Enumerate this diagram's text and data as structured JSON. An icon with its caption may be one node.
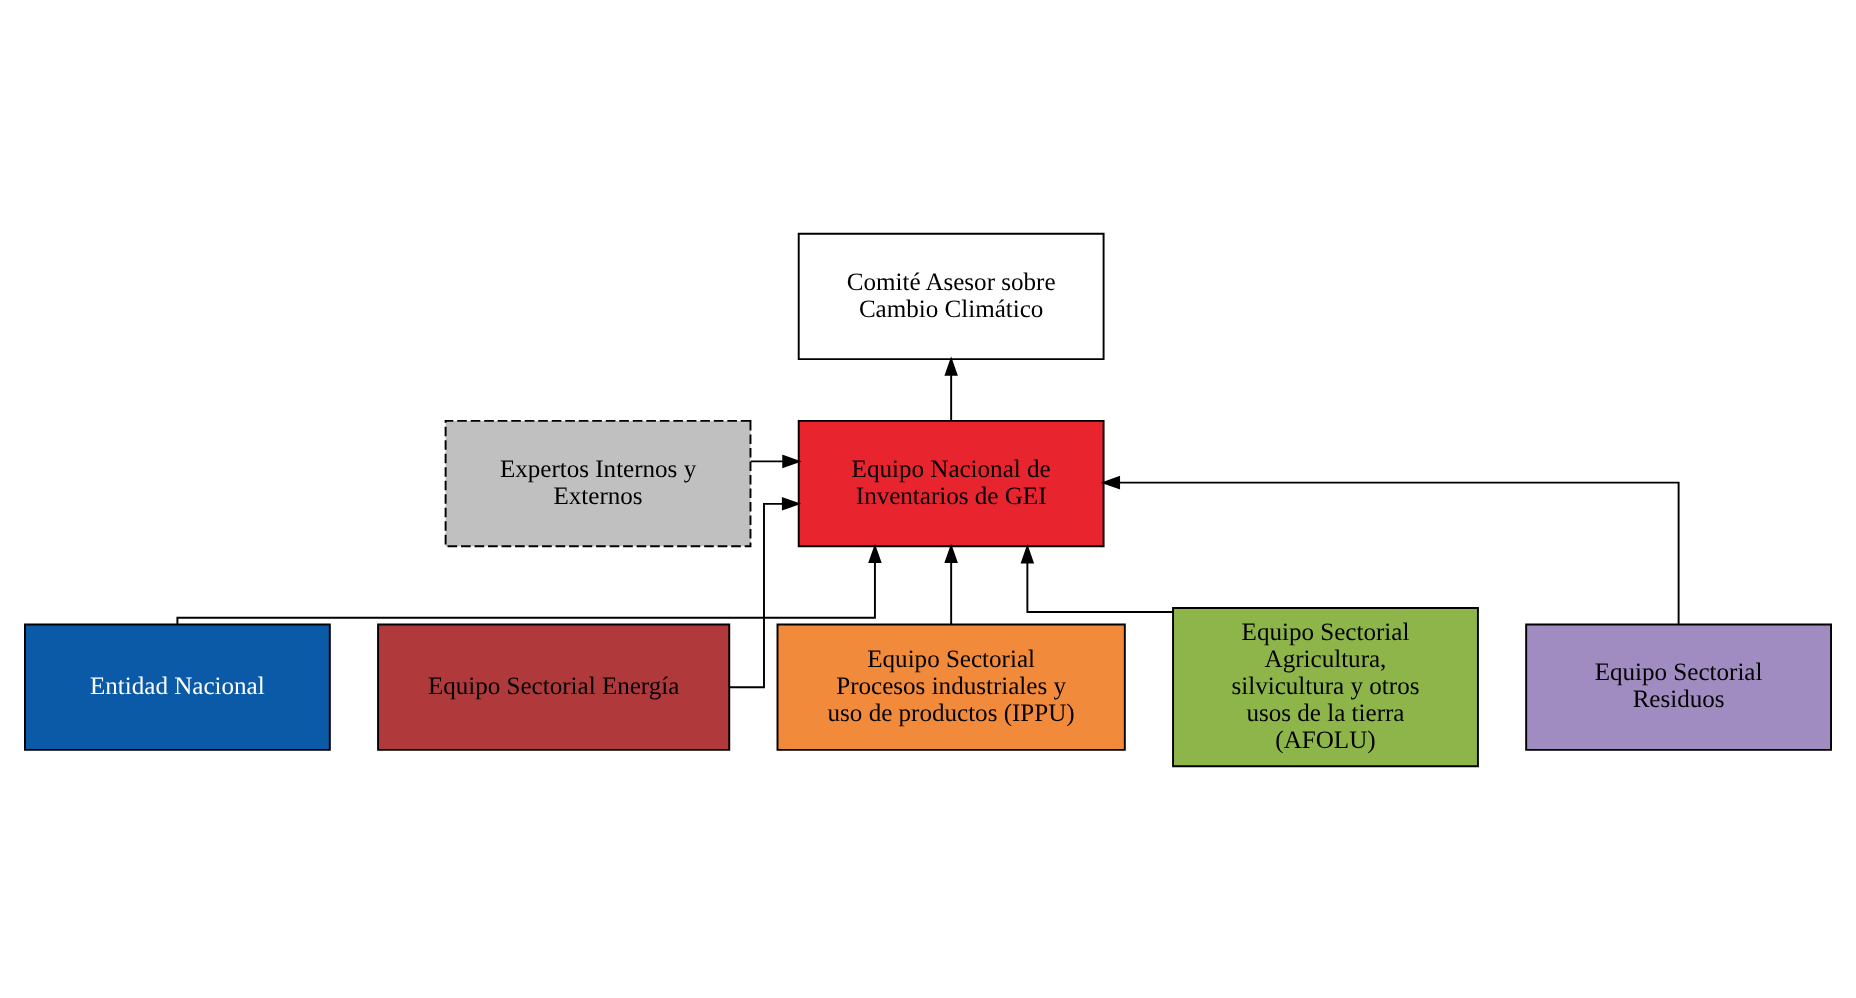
{
  "diagram": {
    "nodes": [
      {
        "text": [
          "Comité Asesor sobre Cambio Climático"
        ]
      },
      {
        "text": [
          "Equipo Nacional de Inventarios de GEI"
        ]
      },
      {
        "text": [
          "Expertos Internos y Externos"
        ]
      },
      {
        "text": [
          "Entidad Nacional"
        ]
      },
      {
        "text": [
          "Equipo Sectorial Energía"
        ]
      },
      {
        "text": [
          "Equipo Sectorial Procesos industriales y uso de productos (IPPU)"
        ]
      },
      {
        "text": [
          "Equipo Sectorial Agricultura, silvicultura y otros usos de la tierra (AFOLU)"
        ]
      },
      {
        "text": [
          "Equipo Sectorial Residuos"
        ]
      }
    ],
    "edges": [
      {
        "from": 1,
        "to": 0,
        "arrow": "to"
      },
      {
        "from": 2,
        "to": 1,
        "arrow": "to"
      },
      {
        "from": 3,
        "to": 1,
        "arrow": "to"
      },
      {
        "from": 4,
        "to": 1,
        "arrow": "to"
      },
      {
        "from": 5,
        "to": 1,
        "arrow": "to"
      },
      {
        "from": 6,
        "to": 1,
        "arrow": "to"
      },
      {
        "from": 7,
        "to": 1,
        "arrow": "to"
      }
    ]
  }
}
